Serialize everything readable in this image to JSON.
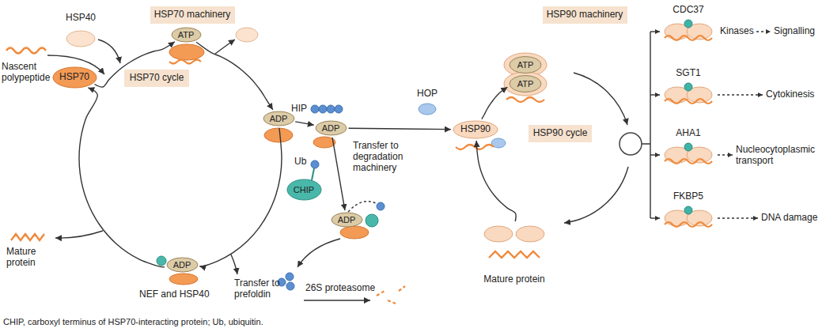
{
  "diagram": {
    "caption": "CHIP, carboxyl terminus of HSP70-interacting protein; Ub, ubiquitin.",
    "nodes": [
      {
        "text": [
          "HSP70 machinery"
        ]
      },
      {
        "text": [
          "HSP70 cycle"
        ]
      },
      {
        "text": [
          "HSP40"
        ]
      },
      {
        "text": [
          "HSP70"
        ]
      },
      {
        "text": [
          "ATP"
        ]
      },
      {
        "text": [
          "ADP"
        ]
      },
      {
        "text": [
          "ADP"
        ]
      },
      {
        "text": [
          "ADP"
        ]
      },
      {
        "text": [
          "CHIP"
        ]
      },
      {
        "text": [
          "ADP"
        ]
      },
      {
        "text": [
          "HSP90 machinery"
        ]
      },
      {
        "text": [
          "HSP90 cycle"
        ]
      },
      {
        "text": [
          "HSP90"
        ]
      },
      {
        "text": [
          "ATP",
          "ATP"
        ]
      },
      {
        "text": [
          "Mature protein"
        ]
      },
      {
        "text": [
          "CDC37"
        ]
      },
      {
        "text": [
          "SGT1"
        ]
      },
      {
        "text": [
          "AHA1"
        ]
      },
      {
        "text": [
          "FKBP5"
        ]
      }
    ],
    "edges": [
      {
        "from": 3,
        "to": 4,
        "arrow": "to"
      },
      {
        "from": 4,
        "to": 5,
        "arrow": "to"
      },
      {
        "from": 5,
        "to": 6,
        "arrow": "to"
      },
      {
        "from": 6,
        "to": 3,
        "arrow": "to"
      },
      {
        "from": 5,
        "to": 7,
        "arrow": "to"
      },
      {
        "from": 7,
        "to": 12,
        "arrow": "to"
      },
      {
        "from": 7,
        "to": 9,
        "label": "Transfer to degradation machinery",
        "arrow": "to"
      },
      {
        "from": 12,
        "to": 13,
        "arrow": "to"
      },
      {
        "from": 14,
        "to": 12,
        "arrow": "to"
      }
    ],
    "labels": [
      "Nascent polypeptide",
      "Mature protein",
      "NEF and HSP40",
      "Transfer to prefoldin",
      "HIP",
      "HOP",
      "Ub",
      "26S proteasome",
      "Kinases",
      "Signalling",
      "Cytokinesis",
      "Nucleocytoplasmic transport",
      "DNA damage"
    ]
  }
}
